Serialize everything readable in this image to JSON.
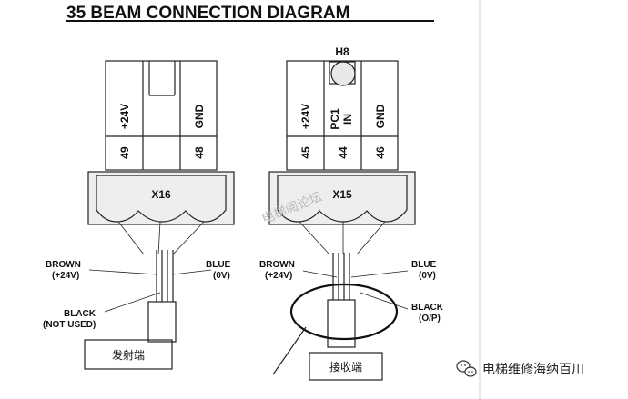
{
  "title": "35 BEAM CONNECTION DIAGRAM",
  "transmitter": {
    "connector": "X16",
    "pins": [
      {
        "label": "+24V",
        "number": "49"
      },
      {
        "label": "",
        "number": ""
      },
      {
        "label": "GND",
        "number": "48"
      }
    ],
    "wires": {
      "brown": {
        "name": "BROWN",
        "value": "(+24V)"
      },
      "blue": {
        "name": "BLUE",
        "value": "(0V)"
      },
      "black": {
        "name": "BLACK",
        "value": "(NOT USED)"
      }
    },
    "box_label": "发射端"
  },
  "receiver": {
    "header": "H8",
    "connector": "X15",
    "pins": [
      {
        "label": "+24V",
        "number": "45"
      },
      {
        "label": "PC1",
        "label2": "IN",
        "number": "44"
      },
      {
        "label": "GND",
        "number": "46"
      }
    ],
    "wires": {
      "brown": {
        "name": "BROWN",
        "value": "(+24V)"
      },
      "blue": {
        "name": "BLUE",
        "value": "(0V)"
      },
      "black": {
        "name": "BLACK",
        "value": "(O/P)"
      }
    },
    "box_label": "接收端"
  },
  "watermark": "电梯阅论坛",
  "wechat": {
    "icon": "wechat-icon",
    "text": "电梯维修海纳百川"
  }
}
